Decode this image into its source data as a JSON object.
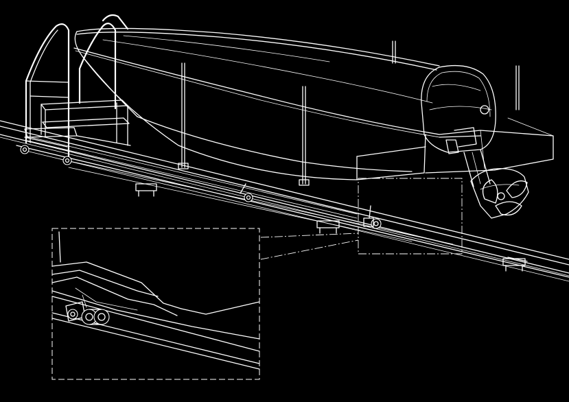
{
  "figure": {
    "background": "#000000",
    "line_color": "#ffffff",
    "style": "white line art on black",
    "components": [
      "boat-hull-icon",
      "outboard-motor-icon",
      "boarding-ladder-icon",
      "boarding-steps-icon",
      "launch-rail-track-icon",
      "rail-support-posts-icon",
      "trolley-rollers-icon",
      "detail-callout-box",
      "detail-magnified-view"
    ],
    "callout": {
      "source_frame_style": "dash-dot",
      "detail_frame_style": "dashed"
    }
  }
}
